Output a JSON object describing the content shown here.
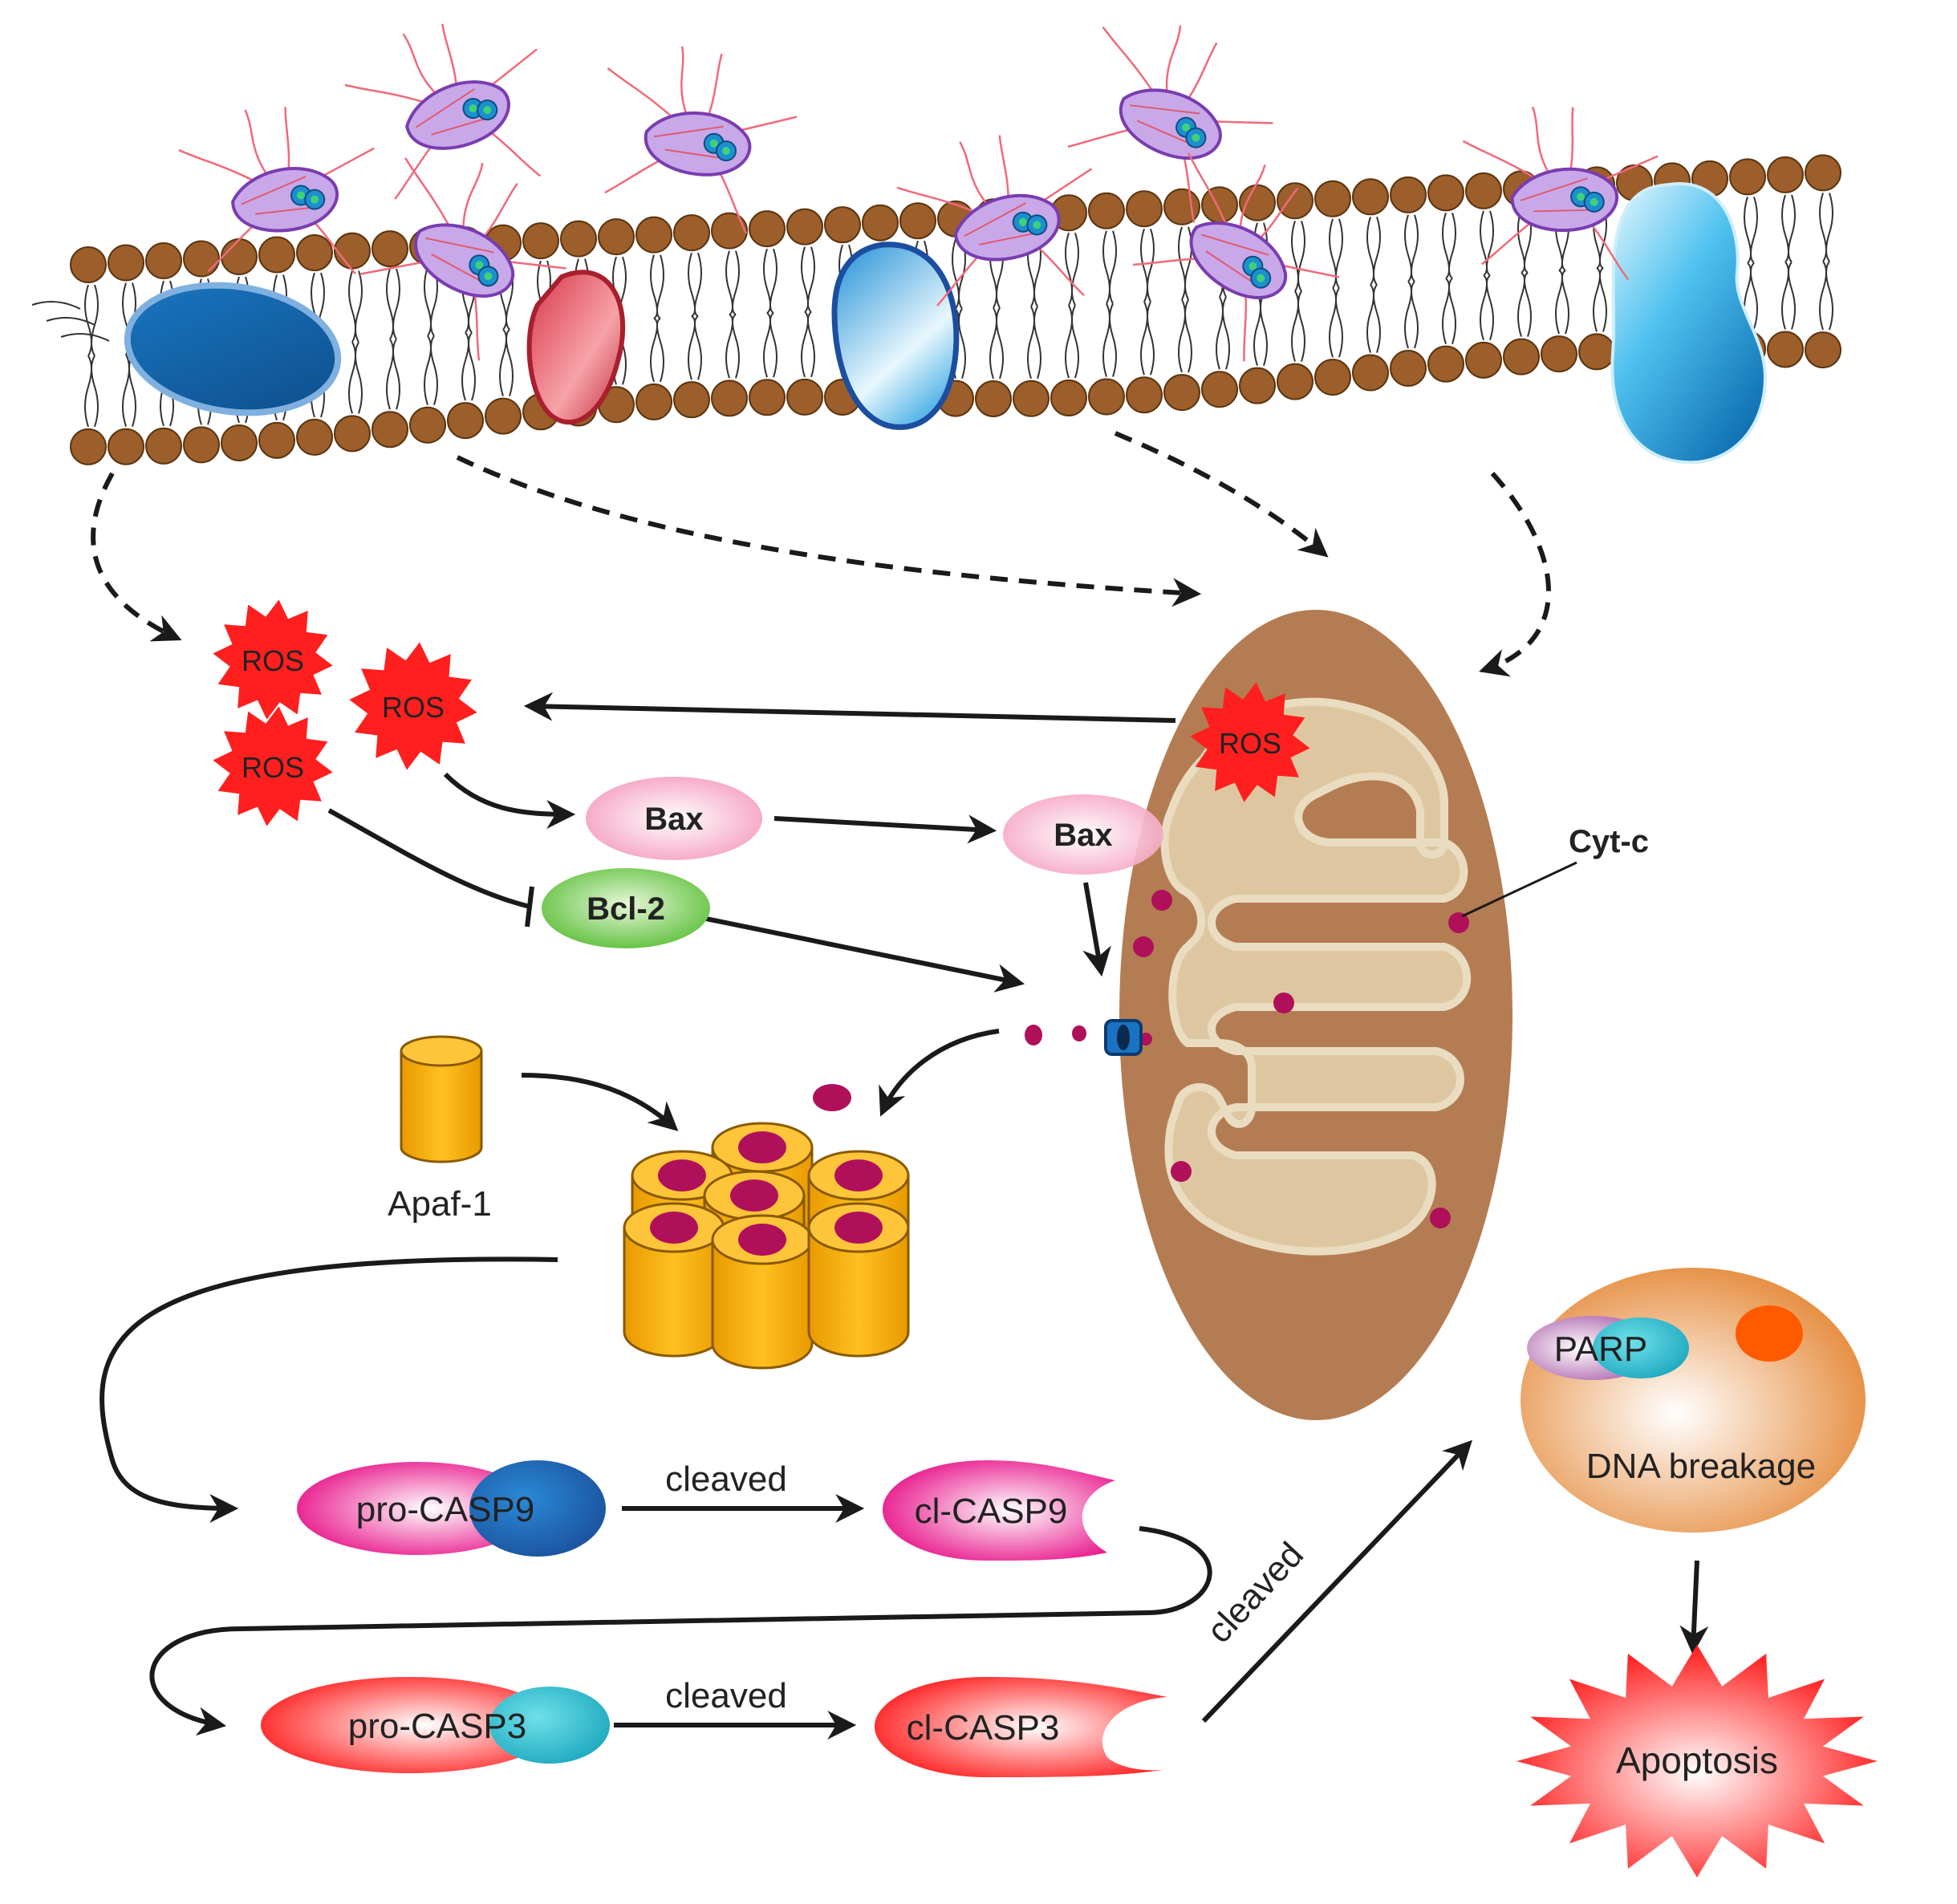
{
  "labels": {
    "ros": "ROS",
    "bax": "Bax",
    "bcl2": "Bcl-2",
    "cytc": "Cyt-c",
    "apaf1": "Apaf-1",
    "pro_casp9": "pro-CASP9",
    "cl_casp9": "cl-CASP9",
    "pro_casp3": "pro-CASP3",
    "cl_casp3": "cl-CASP3",
    "cleaved": "cleaved",
    "parp": "PARP",
    "dna_breakage": "DNA breakage",
    "apoptosis": "Apoptosis"
  },
  "colors": {
    "lipid_head": "#9c5e2a",
    "ros": "#ff1f1f",
    "bax": "#f7a8c4",
    "bcl2": "#6fcf4a",
    "mito_outer": "#b27b53",
    "mito_inner": "#dcc39a",
    "cytc": "#b0105a",
    "apaf": "#f5b000",
    "casp9": "#e8148a",
    "casp3": "#ff2a2a",
    "nucleus": "#ef8f3a",
    "apoptosis": "#ff1a1a"
  }
}
